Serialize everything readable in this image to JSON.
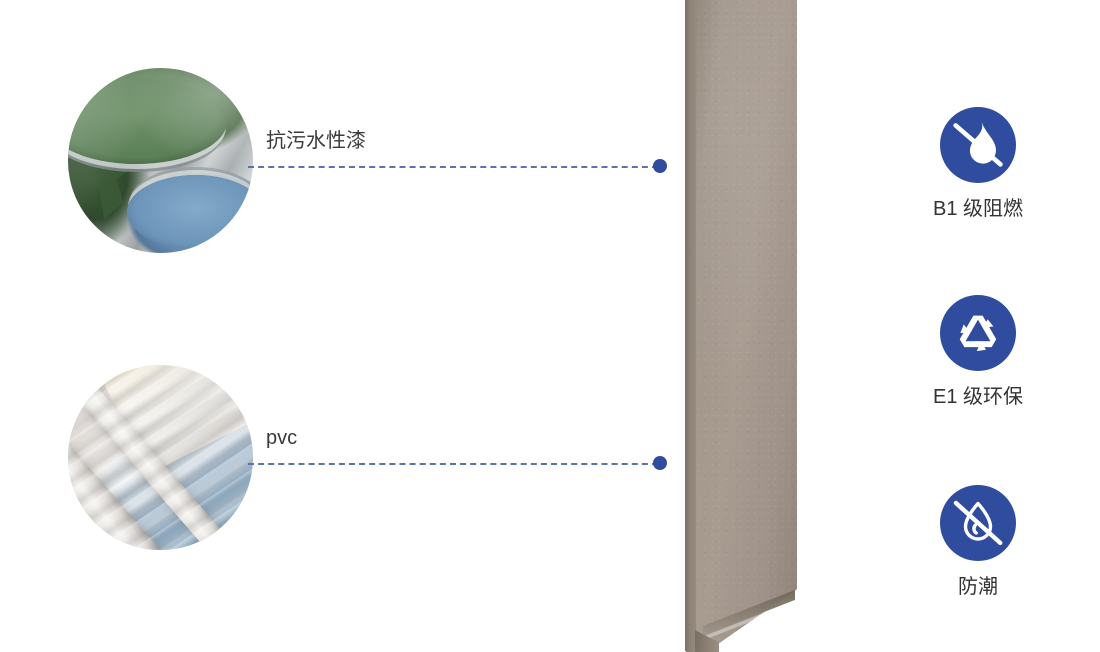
{
  "page": {
    "kind": "product-feature-infographic",
    "background_color": "#ffffff",
    "accent_blue": "#2f4c9e",
    "dash_blue": "#5b72ac",
    "label_color": "#3a3a3a",
    "board_color": "#a3978c"
  },
  "callouts": [
    {
      "label": "抗污水性漆",
      "thumb_name": "paint-cans-photo",
      "thumb_alt": "green and blue water-based paint in open metal cans",
      "dot_color": "#2f4c9e"
    },
    {
      "label": "pvc",
      "thumb_name": "pvc-film-rolls-photo",
      "thumb_alt": "stack of pastel coloured pvc film rolls arranged diagonally",
      "dot_color": "#2f4c9e"
    }
  ],
  "product": {
    "name": "wall-panel-board",
    "finish_color": "#a3978c"
  },
  "badges": [
    {
      "label": "B1 级阻燃",
      "icon": "no-flame-icon",
      "circle_color": "#2f4c9e"
    },
    {
      "label": "E1 级环保",
      "icon": "recycle-icon",
      "circle_color": "#2f4c9e"
    },
    {
      "label": "防潮",
      "icon": "no-water-drop-icon",
      "circle_color": "#2f4c9e"
    }
  ]
}
